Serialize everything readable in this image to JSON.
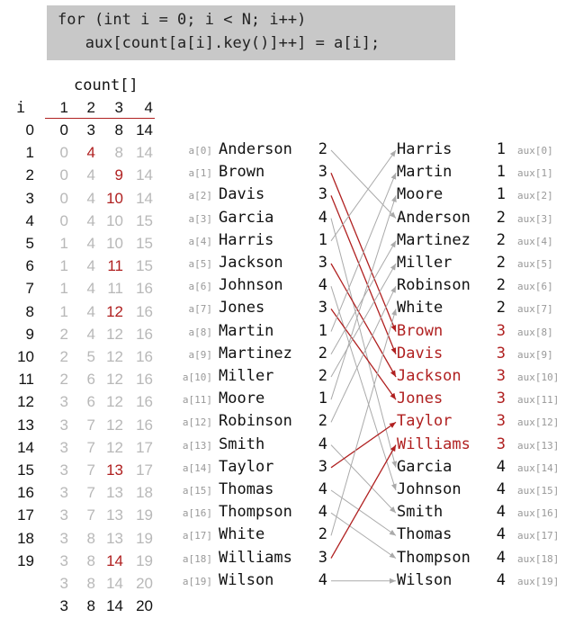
{
  "code": {
    "line1": "for (int i = 0; i < N; i++)",
    "line2": "   aux[count[a[i].key()]++] = a[i];"
  },
  "count_table": {
    "title": "count[]",
    "i_label": "i",
    "col_headers": [
      "1",
      "2",
      "3",
      "4"
    ],
    "rows": [
      {
        "i": "0",
        "v": [
          "0",
          "3",
          "8",
          "14"
        ],
        "hl": null
      },
      {
        "i": "1",
        "v": [
          "0",
          "4",
          "8",
          "14"
        ],
        "hl": 1
      },
      {
        "i": "2",
        "v": [
          "0",
          "4",
          "9",
          "14"
        ],
        "hl": 2
      },
      {
        "i": "3",
        "v": [
          "0",
          "4",
          "10",
          "14"
        ],
        "hl": 2
      },
      {
        "i": "4",
        "v": [
          "0",
          "4",
          "10",
          "15"
        ],
        "hl": null
      },
      {
        "i": "5",
        "v": [
          "1",
          "4",
          "10",
          "15"
        ],
        "hl": null
      },
      {
        "i": "6",
        "v": [
          "1",
          "4",
          "11",
          "15"
        ],
        "hl": 2
      },
      {
        "i": "7",
        "v": [
          "1",
          "4",
          "11",
          "16"
        ],
        "hl": null
      },
      {
        "i": "8",
        "v": [
          "1",
          "4",
          "12",
          "16"
        ],
        "hl": 2
      },
      {
        "i": "9",
        "v": [
          "2",
          "4",
          "12",
          "16"
        ],
        "hl": null
      },
      {
        "i": "10",
        "v": [
          "2",
          "5",
          "12",
          "16"
        ],
        "hl": null
      },
      {
        "i": "11",
        "v": [
          "2",
          "6",
          "12",
          "16"
        ],
        "hl": null
      },
      {
        "i": "12",
        "v": [
          "3",
          "6",
          "12",
          "16"
        ],
        "hl": null
      },
      {
        "i": "13",
        "v": [
          "3",
          "7",
          "12",
          "16"
        ],
        "hl": null
      },
      {
        "i": "14",
        "v": [
          "3",
          "7",
          "12",
          "17"
        ],
        "hl": null
      },
      {
        "i": "15",
        "v": [
          "3",
          "7",
          "13",
          "17"
        ],
        "hl": 2
      },
      {
        "i": "16",
        "v": [
          "3",
          "7",
          "13",
          "18"
        ],
        "hl": null
      },
      {
        "i": "17",
        "v": [
          "3",
          "7",
          "13",
          "19"
        ],
        "hl": null
      },
      {
        "i": "18",
        "v": [
          "3",
          "8",
          "13",
          "19"
        ],
        "hl": null
      },
      {
        "i": "19",
        "v": [
          "3",
          "8",
          "14",
          "19"
        ],
        "hl": 2
      },
      {
        "i": "",
        "v": [
          "3",
          "8",
          "14",
          "20"
        ],
        "hl": null
      },
      {
        "i": "",
        "v": [
          "3",
          "8",
          "14",
          "20"
        ],
        "hl": null,
        "final": true
      }
    ]
  },
  "input": [
    {
      "idx": "a[0]",
      "name": "Anderson",
      "key": "2"
    },
    {
      "idx": "a[1]",
      "name": "Brown",
      "key": "3"
    },
    {
      "idx": "a[2]",
      "name": "Davis",
      "key": "3"
    },
    {
      "idx": "a[3]",
      "name": "Garcia",
      "key": "4"
    },
    {
      "idx": "a[4]",
      "name": "Harris",
      "key": "1"
    },
    {
      "idx": "a[5]",
      "name": "Jackson",
      "key": "3"
    },
    {
      "idx": "a[6]",
      "name": "Johnson",
      "key": "4"
    },
    {
      "idx": "a[7]",
      "name": "Jones",
      "key": "3"
    },
    {
      "idx": "a[8]",
      "name": "Martin",
      "key": "1"
    },
    {
      "idx": "a[9]",
      "name": "Martinez",
      "key": "2"
    },
    {
      "idx": "a[10]",
      "name": "Miller",
      "key": "2"
    },
    {
      "idx": "a[11]",
      "name": "Moore",
      "key": "1"
    },
    {
      "idx": "a[12]",
      "name": "Robinson",
      "key": "2"
    },
    {
      "idx": "a[13]",
      "name": "Smith",
      "key": "4"
    },
    {
      "idx": "a[14]",
      "name": "Taylor",
      "key": "3"
    },
    {
      "idx": "a[15]",
      "name": "Thomas",
      "key": "4"
    },
    {
      "idx": "a[16]",
      "name": "Thompson",
      "key": "4"
    },
    {
      "idx": "a[17]",
      "name": "White",
      "key": "2"
    },
    {
      "idx": "a[18]",
      "name": "Williams",
      "key": "3"
    },
    {
      "idx": "a[19]",
      "name": "Wilson",
      "key": "4"
    }
  ],
  "output": [
    {
      "name": "Harris",
      "key": "1",
      "idx": "aux[0]"
    },
    {
      "name": "Martin",
      "key": "1",
      "idx": "aux[1]"
    },
    {
      "name": "Moore",
      "key": "1",
      "idx": "aux[2]"
    },
    {
      "name": "Anderson",
      "key": "2",
      "idx": "aux[3]"
    },
    {
      "name": "Martinez",
      "key": "2",
      "idx": "aux[4]"
    },
    {
      "name": "Miller",
      "key": "2",
      "idx": "aux[5]"
    },
    {
      "name": "Robinson",
      "key": "2",
      "idx": "aux[6]"
    },
    {
      "name": "White",
      "key": "2",
      "idx": "aux[7]"
    },
    {
      "name": "Brown",
      "key": "3",
      "idx": "aux[8]"
    },
    {
      "name": "Davis",
      "key": "3",
      "idx": "aux[9]"
    },
    {
      "name": "Jackson",
      "key": "3",
      "idx": "aux[10]"
    },
    {
      "name": "Jones",
      "key": "3",
      "idx": "aux[11]"
    },
    {
      "name": "Taylor",
      "key": "3",
      "idx": "aux[12]"
    },
    {
      "name": "Williams",
      "key": "3",
      "idx": "aux[13]"
    },
    {
      "name": "Garcia",
      "key": "4",
      "idx": "aux[14]"
    },
    {
      "name": "Johnson",
      "key": "4",
      "idx": "aux[15]"
    },
    {
      "name": "Smith",
      "key": "4",
      "idx": "aux[16]"
    },
    {
      "name": "Thomas",
      "key": "4",
      "idx": "aux[17]"
    },
    {
      "name": "Thompson",
      "key": "4",
      "idx": "aux[18]"
    },
    {
      "name": "Wilson",
      "key": "4",
      "idx": "aux[19]"
    }
  ],
  "highlight_key": "3",
  "colors": {
    "highlight": "#b02020",
    "arrow": "#aaaaaa",
    "faded": "#b8b8b8",
    "text": "#111111"
  }
}
